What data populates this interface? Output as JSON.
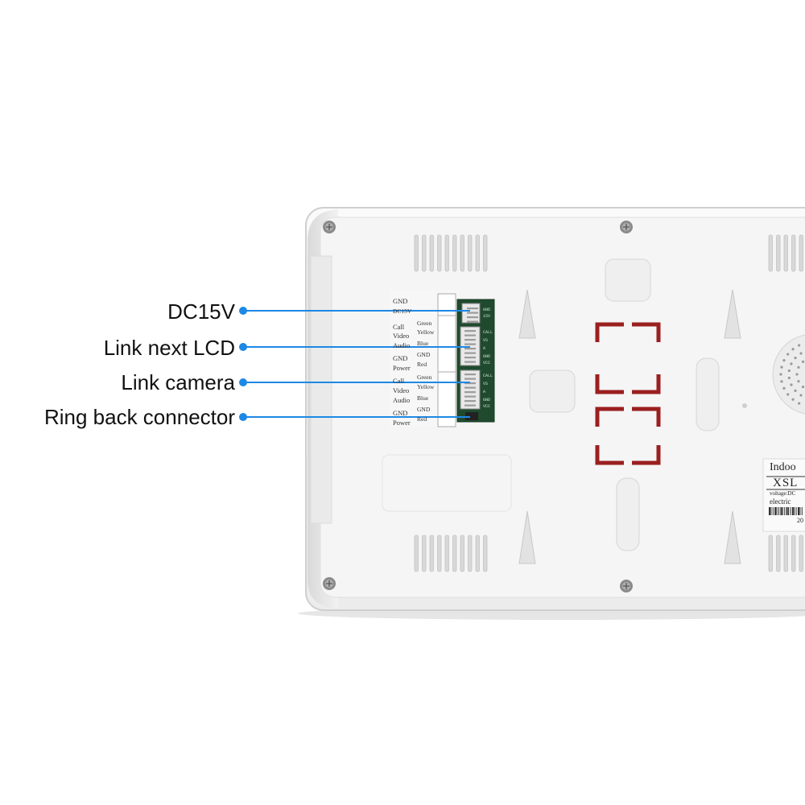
{
  "callouts": [
    {
      "id": "dc15v",
      "label": "DC15V"
    },
    {
      "id": "link-next-lcd",
      "label": "Link next LCD"
    },
    {
      "id": "link-camera",
      "label": "Link camera"
    },
    {
      "id": "ring-back",
      "label": "Ring back connector"
    }
  ],
  "terminal_labels": {
    "gnd_top": "GND",
    "dc15v": "DC15V",
    "call_1": "Call",
    "video_1": "Video",
    "audio_1": "Audio",
    "gnd_1": "GND",
    "power_1": "Power",
    "call_2": "Call",
    "video_2": "Video",
    "audio_2": "Audio",
    "gnd_2": "GND",
    "power_2": "Power"
  },
  "wire_colors": {
    "green_1": "Green",
    "yellow_1": "Yellow",
    "blue_1": "Blue",
    "gnd_1": "GND",
    "red_1": "Red",
    "green_2": "Green",
    "yellow_2": "Yellow",
    "blue_2": "Blue",
    "gnd_2": "GND",
    "red_2": "Red"
  },
  "sticker": {
    "line1": "Indoo",
    "line2": "XSL",
    "line3": "voltage:DC",
    "line4": "electric",
    "line5": "20"
  },
  "colors": {
    "callout_line": "#1e88e5",
    "panel": "#f4f4f4",
    "pcb": "#1f4a2e",
    "bracket": "#9a1f1f"
  }
}
